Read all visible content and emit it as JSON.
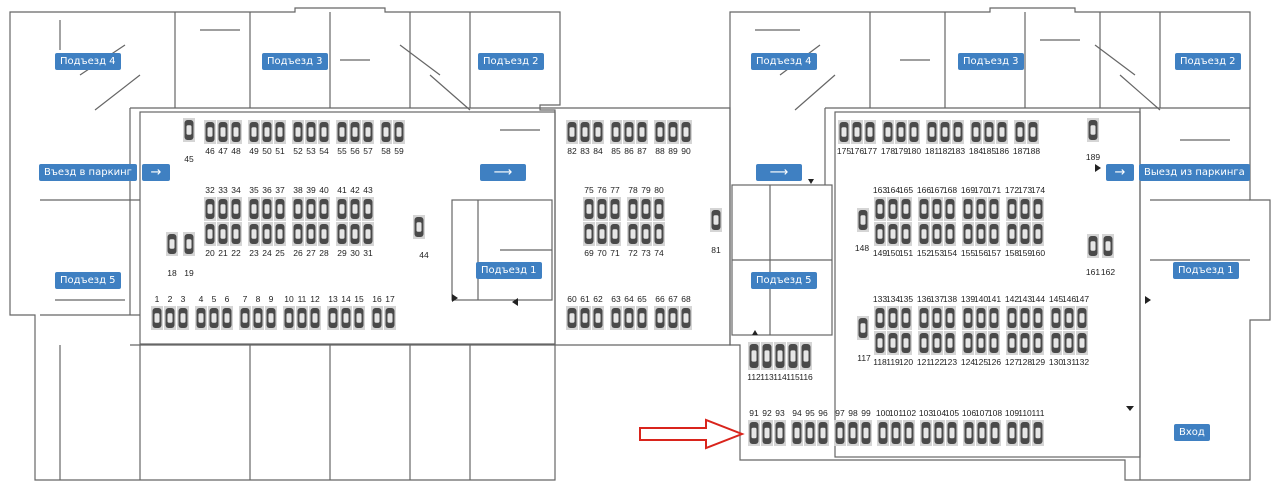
{
  "labels": {
    "entrance_left_4": "Подъезд 4",
    "entrance_left_3": "Подъезд 3",
    "entrance_left_2": "Подъезд 2",
    "entrance_left_5": "Подъезд 5",
    "entrance_middle_1": "Подъезд 1",
    "entrance_right_4": "Подъезд 4",
    "entrance_right_3": "Подъезд 3",
    "entrance_right_2": "Подъезд 2",
    "entrance_right_5": "Подъезд 5",
    "entrance_right_1": "Подъезд 1",
    "parking_entry": "Въезд в паркинг",
    "parking_exit": "Выезд из паркинга",
    "entrance": "Вход"
  },
  "arrow_glyph": "→",
  "long_arrow_glyph": "⟶",
  "colors": {
    "label_bg": "#3f80c2",
    "space_bg": "#d5d5d5",
    "car": "#4a4a4a",
    "wall": "#555555",
    "highlight_arrow": "#d9241c"
  },
  "spaces": {
    "left_top_row": [
      "46",
      "47",
      "48",
      "49",
      "50",
      "51",
      "52",
      "53",
      "54",
      "55",
      "56",
      "57",
      "58",
      "59"
    ],
    "left_top_single": "45",
    "left_mid_top": [
      "32",
      "33",
      "34",
      "35",
      "36",
      "37",
      "38",
      "39",
      "40",
      "41",
      "42",
      "43"
    ],
    "left_mid_bottom": [
      "20",
      "21",
      "22",
      "23",
      "24",
      "25",
      "26",
      "27",
      "28",
      "29",
      "30",
      "31"
    ],
    "left_mid_side": "44",
    "left_mid_pair": [
      "18",
      "19"
    ],
    "left_bottom_row": [
      "1",
      "2",
      "3",
      "4",
      "5",
      "6",
      "7",
      "8",
      "9",
      "10",
      "11",
      "12",
      "13",
      "14",
      "15",
      "16",
      "17"
    ],
    "center_top_row": [
      "82",
      "83",
      "84",
      "85",
      "86",
      "87",
      "88",
      "89",
      "90"
    ],
    "center_mid_top": [
      "75",
      "76",
      "77",
      "78",
      "79",
      "80"
    ],
    "center_mid_bottom": [
      "69",
      "70",
      "71",
      "72",
      "73",
      "74"
    ],
    "center_side": "81",
    "center_bottom_row": [
      "60",
      "61",
      "62",
      "63",
      "64",
      "65",
      "66",
      "67",
      "68"
    ],
    "right_top_row": [
      "175",
      "176",
      "177",
      "178",
      "179",
      "180",
      "181",
      "182",
      "183",
      "184",
      "185",
      "186",
      "187",
      "188"
    ],
    "right_top_single": "189",
    "right_mid1_top": [
      "163",
      "164",
      "165",
      "166",
      "167",
      "168",
      "169",
      "170",
      "171",
      "172",
      "173",
      "174"
    ],
    "right_mid1_bottom": [
      "149",
      "150",
      "151",
      "152",
      "153",
      "154",
      "155",
      "156",
      "157",
      "158",
      "159",
      "160",
      "161",
      "162"
    ],
    "right_mid1_side": "148",
    "right_mid2_top": [
      "133",
      "134",
      "135",
      "136",
      "137",
      "138",
      "139",
      "140",
      "141",
      "142",
      "143",
      "144",
      "145",
      "146",
      "147"
    ],
    "right_mid2_bottom": [
      "118",
      "119",
      "120",
      "121",
      "122",
      "123",
      "124",
      "125",
      "126",
      "127",
      "128",
      "129",
      "130",
      "131",
      "132"
    ],
    "right_mid2_side": "117",
    "right_small_group": [
      "112",
      "113",
      "114",
      "115",
      "116"
    ],
    "right_bottom_row": [
      "91",
      "92",
      "93",
      "94",
      "95",
      "96",
      "97",
      "98",
      "99",
      "100",
      "101",
      "102",
      "103",
      "104",
      "105",
      "106",
      "107",
      "108",
      "109",
      "110",
      "111"
    ]
  }
}
